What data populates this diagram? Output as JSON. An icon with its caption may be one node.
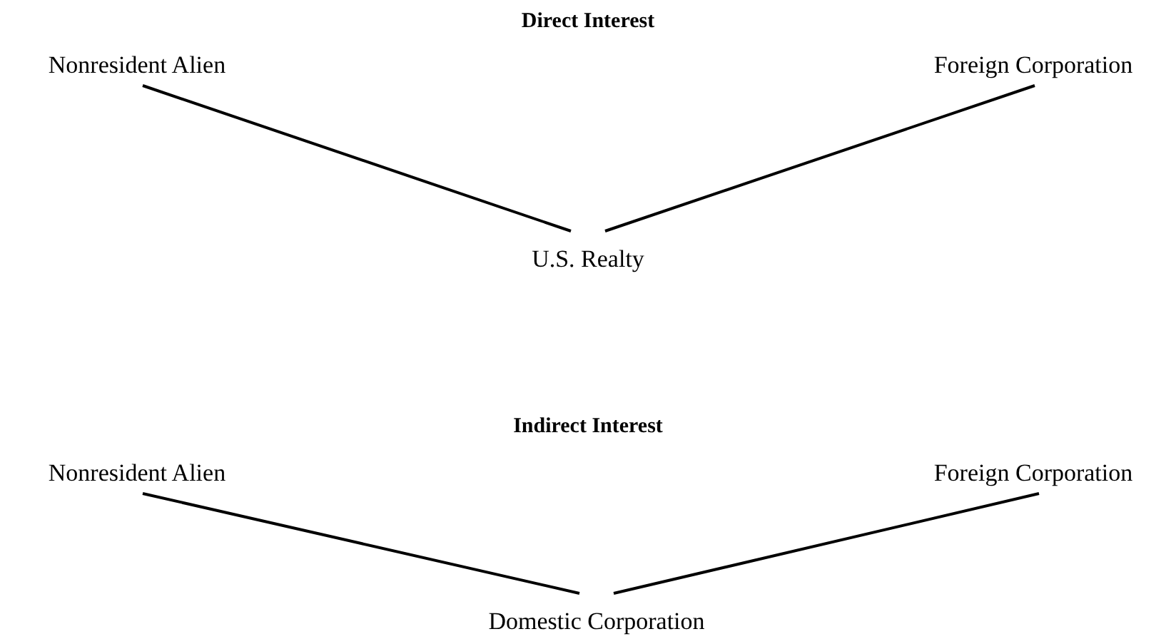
{
  "diagram": {
    "nodes": [
      {
        "text": [
          "Nonresident Alien"
        ]
      },
      {
        "text": [
          "Foreign Corporation"
        ]
      },
      {
        "text": [
          "U.S. Realty"
        ]
      },
      {
        "text": [
          "Nonresident Alien"
        ]
      },
      {
        "text": [
          "Foreign Corporation"
        ]
      },
      {
        "text": [
          "Domestic Corporation"
        ]
      }
    ],
    "edges": [
      {
        "from": 0,
        "to": 2,
        "arrow": "none"
      },
      {
        "from": 1,
        "to": 2,
        "arrow": "none"
      },
      {
        "from": 3,
        "to": 5,
        "arrow": "none"
      },
      {
        "from": 4,
        "to": 5,
        "arrow": "none"
      }
    ],
    "labels": [
      "Direct Interest",
      "Indirect Interest"
    ]
  }
}
